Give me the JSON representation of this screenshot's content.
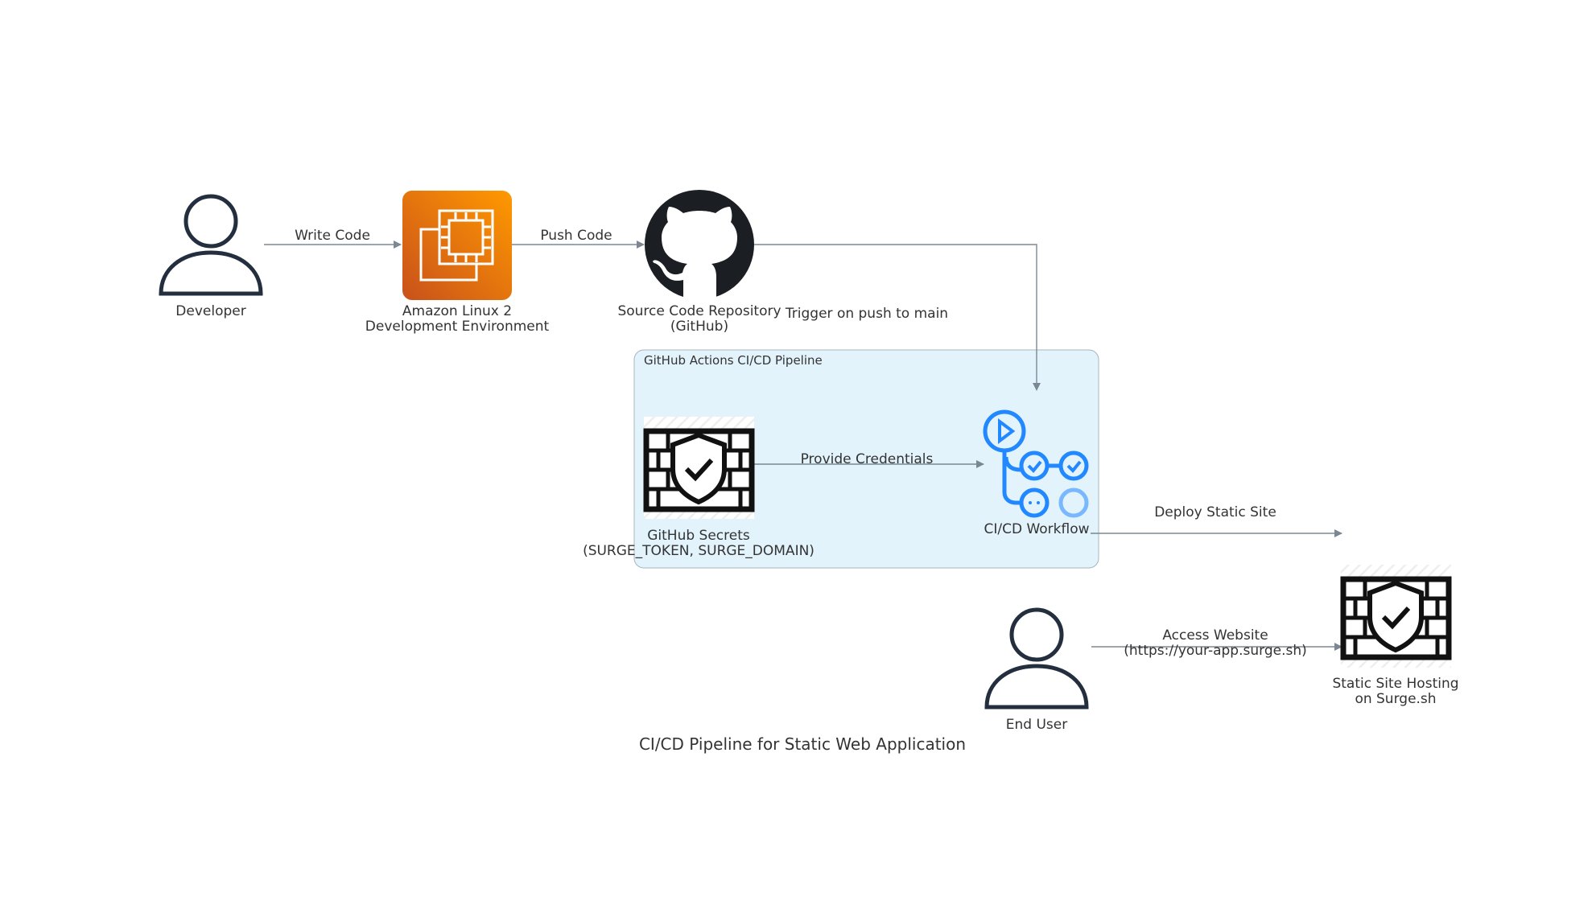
{
  "title": "CI/CD Pipeline for Static Web Application",
  "cluster": {
    "label": "GitHub Actions CI/CD Pipeline"
  },
  "nodes": {
    "developer": {
      "label": "Developer",
      "icon": "user-icon"
    },
    "ec2": {
      "label_1": "Amazon Linux 2",
      "label_2": "Development Environment",
      "icon": "ec2-instance-icon"
    },
    "github": {
      "label_1": "Source Code Repository",
      "label_2": "(GitHub)",
      "icon": "github-icon"
    },
    "secrets": {
      "label_1": "GitHub Secrets",
      "label_2": "(SURGE_TOKEN, SURGE_DOMAIN)",
      "icon": "firewall-shield-icon"
    },
    "workflow": {
      "label": "CI/CD Workflow",
      "icon": "github-actions-workflow-icon"
    },
    "hosting": {
      "label_1": "Static Site Hosting",
      "label_2": "on Surge.sh",
      "icon": "firewall-shield-icon"
    },
    "enduser": {
      "label": "End User",
      "icon": "user-icon"
    }
  },
  "edges": {
    "write_code": "Write Code",
    "push_code": "Push Code",
    "trigger": "Trigger on push to main",
    "provide_credentials": "Provide Credentials",
    "deploy": "Deploy Static Site",
    "access_1": "Access Website",
    "access_2": "(https://your-app.surge.sh)"
  },
  "colors": {
    "edge": "#7b8894",
    "cluster_fill": "#e3f3fc",
    "cluster_stroke": "#a9b4bd",
    "ec2_orange_top": "#f68d11",
    "ec2_orange_bottom": "#d45b07",
    "actions_blue": "#2188ff",
    "actions_light_blue": "#79b8ff",
    "icon_dark": "#232f3e"
  }
}
